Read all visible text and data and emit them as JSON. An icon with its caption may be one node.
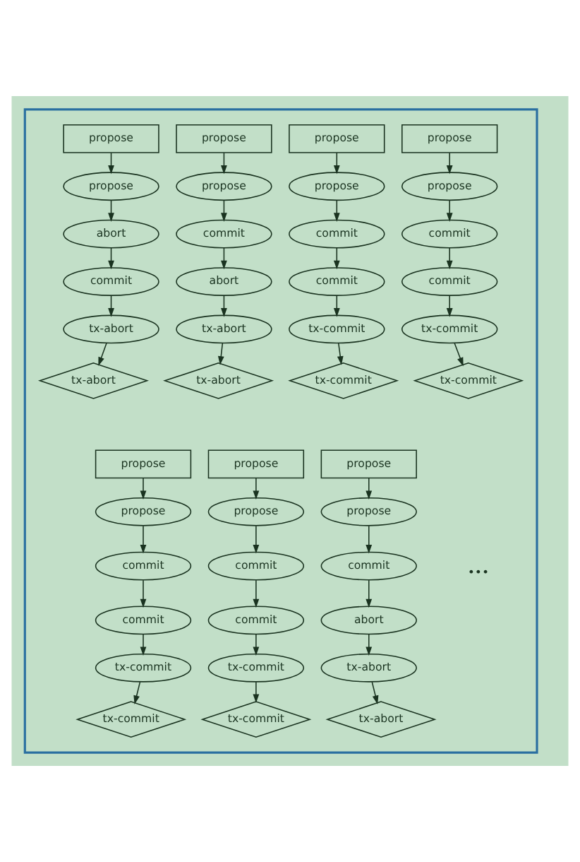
{
  "diagram": {
    "nodes": [
      {
        "text": [],
        "shape": "box"
      },
      {
        "text": [
          "propose"
        ],
        "in": 0
      },
      {
        "text": [
          "propose"
        ],
        "in": 0
      },
      {
        "text": [
          "abort"
        ],
        "in": 0
      },
      {
        "text": [
          "commit"
        ],
        "in": 0
      },
      {
        "text": [
          "tx-abort"
        ],
        "in": 0
      },
      {
        "text": [
          "tx-abort"
        ],
        "in": 0
      },
      {
        "text": [
          "propose"
        ],
        "in": 0
      },
      {
        "text": [
          "propose"
        ],
        "in": 0
      },
      {
        "text": [
          "commit"
        ],
        "in": 0
      },
      {
        "text": [
          "abort"
        ],
        "in": 0
      },
      {
        "text": [
          "tx-abort"
        ],
        "in": 0
      },
      {
        "text": [
          "tx-abort"
        ],
        "in": 0
      },
      {
        "text": [
          "propose"
        ],
        "in": 0
      },
      {
        "text": [
          "propose"
        ],
        "in": 0
      },
      {
        "text": [
          "commit"
        ],
        "in": 0
      },
      {
        "text": [
          "commit"
        ],
        "in": 0
      },
      {
        "text": [
          "tx-commit"
        ],
        "in": 0
      },
      {
        "text": [
          "tx-commit"
        ],
        "in": 0
      },
      {
        "text": [
          "propose"
        ],
        "in": 0
      },
      {
        "text": [
          "propose"
        ],
        "in": 0
      },
      {
        "text": [
          "commit"
        ],
        "in": 0
      },
      {
        "text": [
          "commit"
        ],
        "in": 0
      },
      {
        "text": [
          "tx-commit"
        ],
        "in": 0
      },
      {
        "text": [
          "tx-commit"
        ],
        "in": 0
      },
      {
        "text": [
          "propose"
        ],
        "in": 0
      },
      {
        "text": [
          "propose"
        ],
        "in": 0
      },
      {
        "text": [
          "commit"
        ],
        "in": 0
      },
      {
        "text": [
          "commit"
        ],
        "in": 0
      },
      {
        "text": [
          "tx-commit"
        ],
        "in": 0
      },
      {
        "text": [
          "tx-commit"
        ],
        "in": 0
      },
      {
        "text": [
          "propose"
        ],
        "in": 0
      },
      {
        "text": [
          "propose"
        ],
        "in": 0
      },
      {
        "text": [
          "commit"
        ],
        "in": 0
      },
      {
        "text": [
          "commit"
        ],
        "in": 0
      },
      {
        "text": [
          "tx-commit"
        ],
        "in": 0
      },
      {
        "text": [
          "tx-commit"
        ],
        "in": 0
      },
      {
        "text": [
          "propose"
        ],
        "in": 0
      },
      {
        "text": [
          "propose"
        ],
        "in": 0
      },
      {
        "text": [
          "commit"
        ],
        "in": 0
      },
      {
        "text": [
          "abort"
        ],
        "in": 0
      },
      {
        "text": [
          "tx-abort"
        ],
        "in": 0
      },
      {
        "text": [
          "tx-abort"
        ],
        "in": 0
      }
    ],
    "edges": [
      {
        "from": 1,
        "to": 2,
        "arrow": "to"
      },
      {
        "from": 2,
        "to": 3,
        "arrow": "to"
      },
      {
        "from": 3,
        "to": 4,
        "arrow": "to"
      },
      {
        "from": 4,
        "to": 5,
        "arrow": "to"
      },
      {
        "from": 5,
        "to": 6,
        "arrow": "to"
      },
      {
        "from": 7,
        "to": 8,
        "arrow": "to"
      },
      {
        "from": 8,
        "to": 9,
        "arrow": "to"
      },
      {
        "from": 9,
        "to": 10,
        "arrow": "to"
      },
      {
        "from": 10,
        "to": 11,
        "arrow": "to"
      },
      {
        "from": 11,
        "to": 12,
        "arrow": "to"
      },
      {
        "from": 13,
        "to": 14,
        "arrow": "to"
      },
      {
        "from": 14,
        "to": 15,
        "arrow": "to"
      },
      {
        "from": 15,
        "to": 16,
        "arrow": "to"
      },
      {
        "from": 16,
        "to": 17,
        "arrow": "to"
      },
      {
        "from": 17,
        "to": 18,
        "arrow": "to"
      },
      {
        "from": 19,
        "to": 20,
        "arrow": "to"
      },
      {
        "from": 20,
        "to": 21,
        "arrow": "to"
      },
      {
        "from": 21,
        "to": 22,
        "arrow": "to"
      },
      {
        "from": 22,
        "to": 23,
        "arrow": "to"
      },
      {
        "from": 23,
        "to": 24,
        "arrow": "to"
      },
      {
        "from": 25,
        "to": 26,
        "arrow": "to"
      },
      {
        "from": 26,
        "to": 27,
        "arrow": "to"
      },
      {
        "from": 27,
        "to": 28,
        "arrow": "to"
      },
      {
        "from": 28,
        "to": 29,
        "arrow": "to"
      },
      {
        "from": 29,
        "to": 30,
        "arrow": "to"
      },
      {
        "from": 31,
        "to": 32,
        "arrow": "to"
      },
      {
        "from": 32,
        "to": 33,
        "arrow": "to"
      },
      {
        "from": 33,
        "to": 34,
        "arrow": "to"
      },
      {
        "from": 34,
        "to": 35,
        "arrow": "to"
      },
      {
        "from": 35,
        "to": 36,
        "arrow": "to"
      },
      {
        "from": 37,
        "to": 38,
        "arrow": "to"
      },
      {
        "from": 38,
        "to": 39,
        "arrow": "to"
      },
      {
        "from": 39,
        "to": 40,
        "arrow": "to"
      },
      {
        "from": 40,
        "to": 41,
        "arrow": "to"
      },
      {
        "from": 41,
        "to": 42,
        "arrow": "to"
      }
    ],
    "labels": [
      "..."
    ]
  }
}
